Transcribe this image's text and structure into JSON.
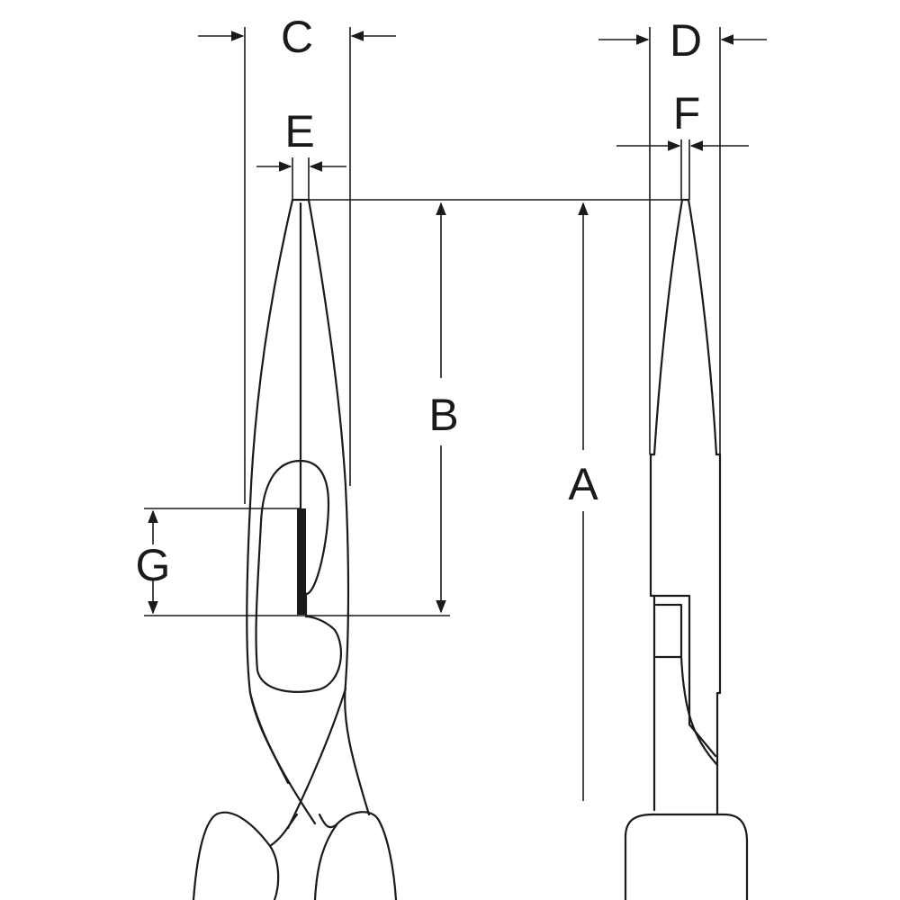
{
  "labels": {
    "a": "A",
    "b": "B",
    "c": "C",
    "d": "D",
    "e": "E",
    "f": "F",
    "g": "G"
  },
  "colors": {
    "ink": "#1a1a1a",
    "background": "#ffffff"
  }
}
